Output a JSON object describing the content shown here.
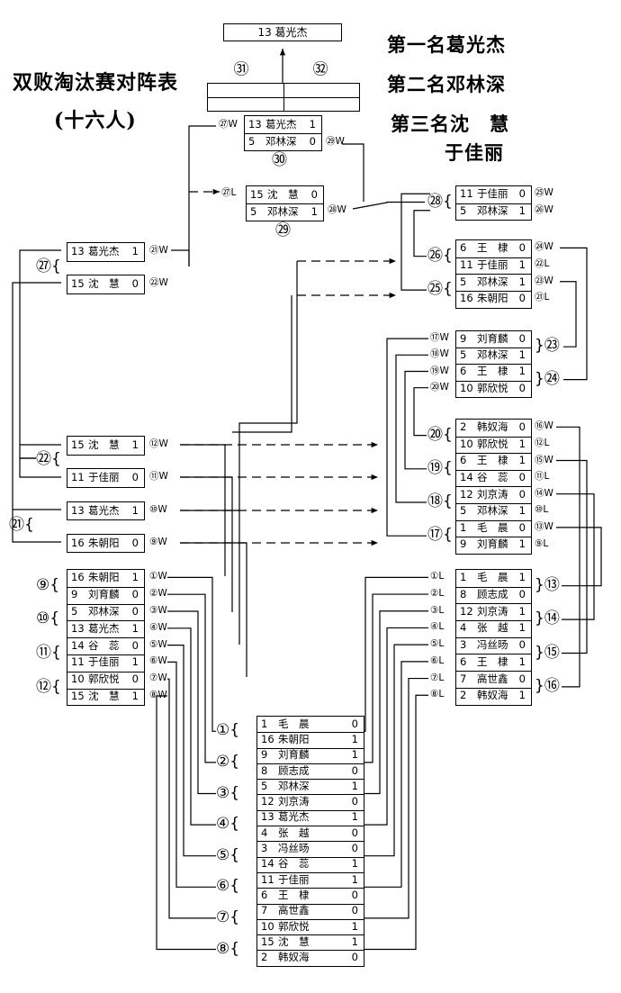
{
  "title": "双败淘汰赛对阵表",
  "subtitle": "(十六人)",
  "standings": [
    "第一名葛光杰",
    "第二名邓林深",
    "第三名沈　慧",
    "于佳丽"
  ],
  "champion": "13 葛光杰",
  "final_labels": [
    "㉛",
    "㉜"
  ],
  "matches": [
    {
      "id": "wr1",
      "rows": [
        {
          "seed": "1",
          "name": "毛　晨",
          "score": "0"
        },
        {
          "seed": "16",
          "name": "朱朝阳",
          "score": "1"
        },
        {
          "seed": "9",
          "name": "刘育麟",
          "score": "1"
        },
        {
          "seed": "8",
          "name": "顾志成",
          "score": "0"
        },
        {
          "seed": "5",
          "name": "邓林深",
          "score": "1"
        },
        {
          "seed": "12",
          "name": "刘京涛",
          "score": "0"
        },
        {
          "seed": "13",
          "name": "葛光杰",
          "score": "1"
        },
        {
          "seed": "4",
          "name": "张　越",
          "score": "0"
        },
        {
          "seed": "3",
          "name": "冯丝旸",
          "score": "0"
        },
        {
          "seed": "14",
          "name": "谷　蕊",
          "score": "1"
        },
        {
          "seed": "11",
          "name": "于佳丽",
          "score": "1"
        },
        {
          "seed": "6",
          "name": "王　棣",
          "score": "0"
        },
        {
          "seed": "7",
          "name": "高世鑫",
          "score": "0"
        },
        {
          "seed": "10",
          "name": "郭欣悦",
          "score": "1"
        },
        {
          "seed": "15",
          "name": "沈　慧",
          "score": "1"
        },
        {
          "seed": "2",
          "name": "韩奴海",
          "score": "0"
        }
      ]
    },
    {
      "id": "wr2",
      "rows": [
        {
          "seed": "16",
          "name": "朱朝阳",
          "score": "1"
        },
        {
          "seed": "9",
          "name": "刘育麟",
          "score": "0"
        },
        {
          "seed": "5",
          "name": "邓林深",
          "score": "0"
        },
        {
          "seed": "13",
          "name": "葛光杰",
          "score": "1"
        },
        {
          "seed": "14",
          "name": "谷　蕊",
          "score": "0"
        },
        {
          "seed": "11",
          "name": "于佳丽",
          "score": "1"
        },
        {
          "seed": "10",
          "name": "郭欣悦",
          "score": "0"
        },
        {
          "seed": "15",
          "name": "沈　慧",
          "score": "1"
        }
      ]
    },
    {
      "id": "lr1",
      "rows": [
        {
          "seed": "1",
          "name": "毛　晨",
          "score": "1"
        },
        {
          "seed": "8",
          "name": "顾志成",
          "score": "0"
        },
        {
          "seed": "12",
          "name": "刘京涛",
          "score": "1"
        },
        {
          "seed": "4",
          "name": "张　越",
          "score": "1"
        },
        {
          "seed": "3",
          "name": "冯丝旸",
          "score": "0"
        },
        {
          "seed": "6",
          "name": "王　棣",
          "score": "1"
        },
        {
          "seed": "7",
          "name": "高世鑫",
          "score": "0"
        },
        {
          "seed": "2",
          "name": "韩奴海",
          "score": "1"
        }
      ]
    },
    {
      "id": "lr2",
      "rows": [
        {
          "seed": "2",
          "name": "韩奴海",
          "score": "0"
        },
        {
          "seed": "10",
          "name": "郭欣悦",
          "score": "1"
        },
        {
          "seed": "6",
          "name": "王　棣",
          "score": "1"
        },
        {
          "seed": "14",
          "name": "谷　蕊",
          "score": "0"
        },
        {
          "seed": "12",
          "name": "刘京涛",
          "score": "0"
        },
        {
          "seed": "5",
          "name": "邓林深",
          "score": "1"
        },
        {
          "seed": "1",
          "name": "毛　晨",
          "score": "0"
        },
        {
          "seed": "9",
          "name": "刘育麟",
          "score": "1"
        }
      ]
    },
    {
      "id": "lr3",
      "rows": [
        {
          "seed": "9",
          "name": "刘育麟",
          "score": "0"
        },
        {
          "seed": "5",
          "name": "邓林深",
          "score": "1"
        },
        {
          "seed": "6",
          "name": "王　棣",
          "score": "1"
        },
        {
          "seed": "10",
          "name": "郭欣悦",
          "score": "0"
        }
      ]
    },
    {
      "id": "lr4",
      "rows": [
        {
          "seed": "6",
          "name": "王　棣",
          "score": "0"
        },
        {
          "seed": "11",
          "name": "于佳丽",
          "score": "1"
        },
        {
          "seed": "5",
          "name": "邓林深",
          "score": "1"
        },
        {
          "seed": "16",
          "name": "朱朝阳",
          "score": "0"
        }
      ]
    },
    {
      "id": "lr5",
      "rows": [
        {
          "seed": "11",
          "name": "于佳丽",
          "score": "0"
        },
        {
          "seed": "5",
          "name": "邓林深",
          "score": "1"
        }
      ]
    },
    {
      "id": "wr3a",
      "rows": [
        {
          "seed": "15",
          "name": "沈　慧",
          "score": "1"
        },
        {
          "seed": "11",
          "name": "于佳丽",
          "score": "0"
        }
      ]
    },
    {
      "id": "wr3b",
      "rows": [
        {
          "seed": "13",
          "name": "葛光杰",
          "score": "1"
        },
        {
          "seed": "16",
          "name": "朱朝阳",
          "score": "0"
        }
      ]
    },
    {
      "id": "wr4",
      "rows": [
        {
          "seed": "13",
          "name": "葛光杰",
          "score": "1"
        },
        {
          "seed": "15",
          "name": "沈　慧",
          "score": "0"
        }
      ]
    },
    {
      "id": "lsf",
      "rows": [
        {
          "seed": "15",
          "name": "沈　慧",
          "score": "0"
        },
        {
          "seed": "5",
          "name": "邓林深",
          "score": "1"
        }
      ]
    },
    {
      "id": "fin",
      "rows": [
        {
          "seed": "13",
          "name": "葛光杰",
          "score": "1"
        },
        {
          "seed": "5",
          "name": "邓林深",
          "score": "0"
        }
      ]
    }
  ],
  "game_labels": {
    "wr1": [
      "①",
      "②",
      "③",
      "④",
      "⑤",
      "⑥",
      "⑦",
      "⑧"
    ],
    "wr2": [
      "⑨",
      "⑩",
      "⑪",
      "⑫"
    ],
    "wr2_out": [
      "①W",
      "②W",
      "③W",
      "④W",
      "⑤W",
      "⑥W",
      "⑦W",
      "⑧W"
    ],
    "lr1": [
      "⑬",
      "⑭",
      "⑮",
      "⑯"
    ],
    "lr1_in": [
      "①L",
      "②L",
      "③L",
      "④L",
      "⑤L",
      "⑥L",
      "⑦L",
      "⑧L"
    ],
    "lr2": [
      "⑳",
      "⑲",
      "⑱",
      "⑰"
    ],
    "lr2_side": [
      "⑯W",
      "⑫L",
      "⑮W",
      "⑪L",
      "⑭W",
      "⑩L",
      "⑬W",
      "⑨L"
    ],
    "lr3": [
      "㉓",
      "㉔"
    ],
    "lr3_side": [
      "⑰W",
      "⑱W",
      "⑲W",
      "⑳W"
    ],
    "lr4": [
      "㉖",
      "㉕"
    ],
    "lr4_side": [
      "㉔W",
      "㉒L",
      "㉓W",
      "㉑L"
    ],
    "lr5": "㉘",
    "lr5_side": [
      "㉕W",
      "㉖W"
    ],
    "wr3": [
      "㉒",
      "㉑"
    ],
    "wr3_side": [
      "⑫W",
      "⑪W",
      "⑩W",
      "⑨W"
    ],
    "wr4": "㉗",
    "wr4_side": [
      "㉑W",
      "㉒W"
    ],
    "lsf": "㉙",
    "lsf_side": [
      "㉗L",
      "㉘W"
    ],
    "fin": "㉚",
    "fin_side": [
      "㉗W",
      "㉙W"
    ],
    "lsf_in": "㉗L"
  }
}
